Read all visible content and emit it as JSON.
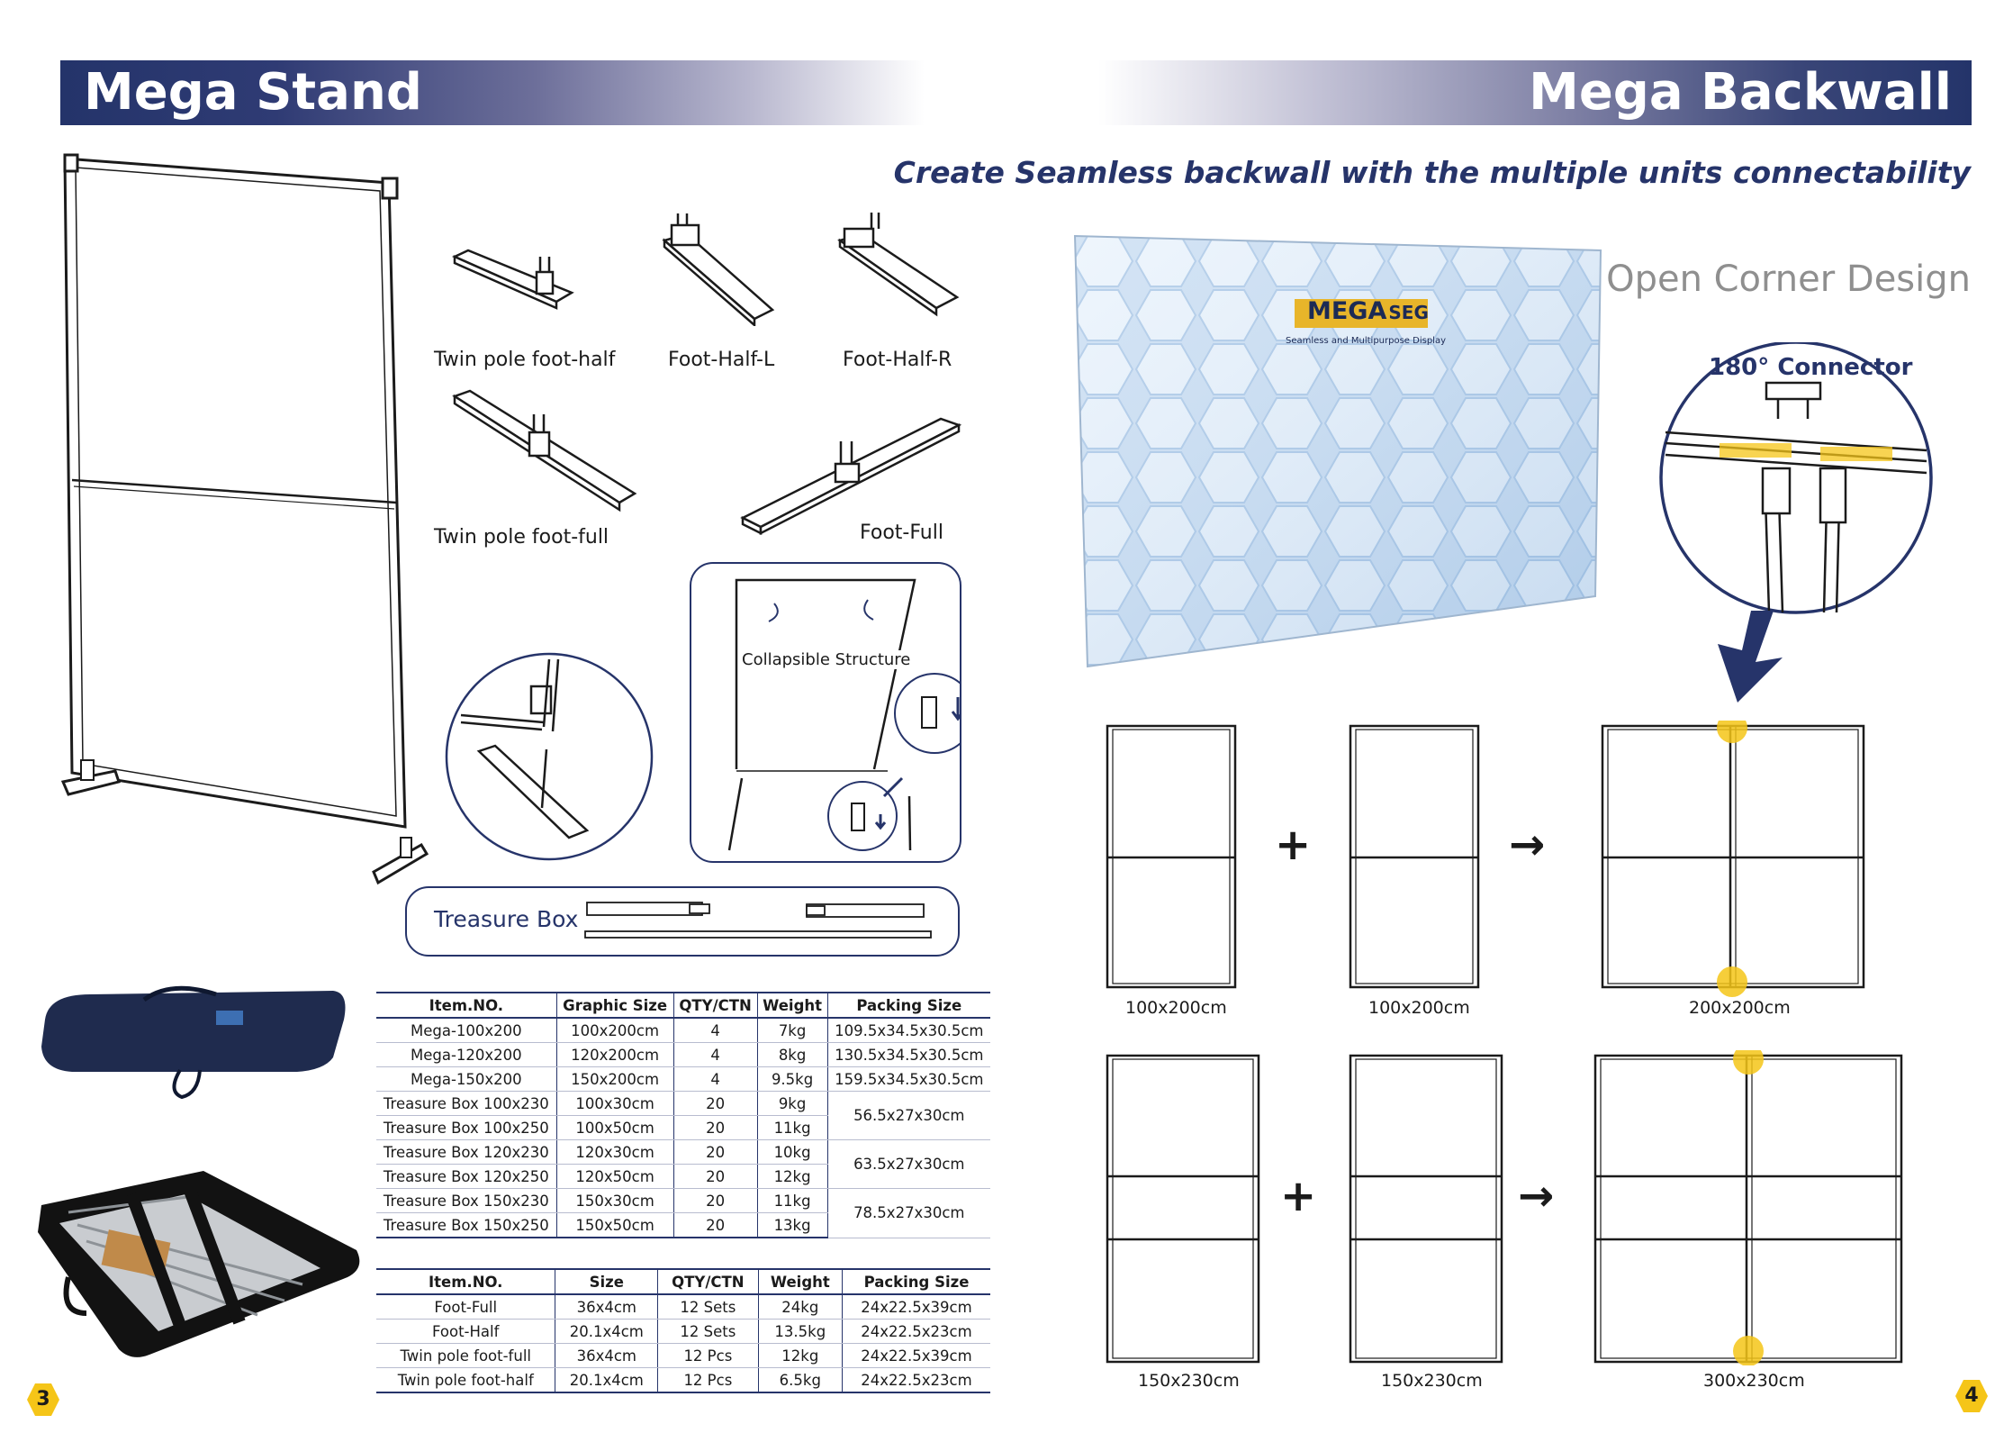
{
  "left_page": {
    "title": "Mega Stand",
    "page_number": "3",
    "feet": [
      {
        "label": "Twin pole foot-half"
      },
      {
        "label": "Foot-Half-L"
      },
      {
        "label": "Foot-Half-R"
      },
      {
        "label": "Twin pole foot-full"
      },
      {
        "label": "Foot-Full"
      }
    ],
    "collapsible_label": "Collapsible Structure",
    "treasure_box_label": "Treasure Box",
    "table1": {
      "headers": [
        "Item.NO.",
        "Graphic Size",
        "QTY/CTN",
        "Weight",
        "Packing Size"
      ],
      "rows": [
        [
          "Mega-100x200",
          "100x200cm",
          "4",
          "7kg",
          "109.5x34.5x30.5cm"
        ],
        [
          "Mega-120x200",
          "120x200cm",
          "4",
          "8kg",
          "130.5x34.5x30.5cm"
        ],
        [
          "Mega-150x200",
          "150x200cm",
          "4",
          "9.5kg",
          "159.5x34.5x30.5cm"
        ],
        [
          "Treasure Box 100x230",
          "100x30cm",
          "20",
          "9kg",
          "56.5x27x30cm"
        ],
        [
          "Treasure Box 100x250",
          "100x50cm",
          "20",
          "11kg",
          ""
        ],
        [
          "Treasure Box 120x230",
          "120x30cm",
          "20",
          "10kg",
          "63.5x27x30cm"
        ],
        [
          "Treasure Box 120x250",
          "120x50cm",
          "20",
          "12kg",
          ""
        ],
        [
          "Treasure Box 150x230",
          "150x30cm",
          "20",
          "11kg",
          "78.5x27x30cm"
        ],
        [
          "Treasure Box 150x250",
          "150x50cm",
          "20",
          "13kg",
          ""
        ]
      ]
    },
    "table2": {
      "headers": [
        "Item.NO.",
        "Size",
        "QTY/CTN",
        "Weight",
        "Packing Size"
      ],
      "rows": [
        [
          "Foot-Full",
          "36x4cm",
          "12 Sets",
          "24kg",
          "24x22.5x39cm"
        ],
        [
          "Foot-Half",
          "20.1x4cm",
          "12 Sets",
          "13.5kg",
          "24x22.5x23cm"
        ],
        [
          "Twin pole foot-full",
          "36x4cm",
          "12 Pcs",
          "12kg",
          "24x22.5x39cm"
        ],
        [
          "Twin pole foot-half",
          "20.1x4cm",
          "12 Pcs",
          "6.5kg",
          "24x22.5x23cm"
        ]
      ]
    }
  },
  "right_page": {
    "title": "Mega Backwall",
    "page_number": "4",
    "tagline": "Create Seamless backwall with the multiple units connectability",
    "open_corner": "Open Corner Design",
    "connector_label": "180° Connector",
    "logo_text_mega": "MEGA",
    "logo_text_seg": "SEG",
    "logo_subtitle": "Seamless and Multipurpose Display",
    "row1": {
      "a": "100x200cm",
      "b": "100x200cm",
      "result": "200x200cm"
    },
    "row2": {
      "a": "150x230cm",
      "b": "150x230cm",
      "result": "300x230cm"
    },
    "plus": "+",
    "arrow": "→"
  },
  "colors": {
    "navy": "#26346a",
    "accent_yellow": "#f5c518",
    "hex_blue": "#b9d4ee"
  }
}
